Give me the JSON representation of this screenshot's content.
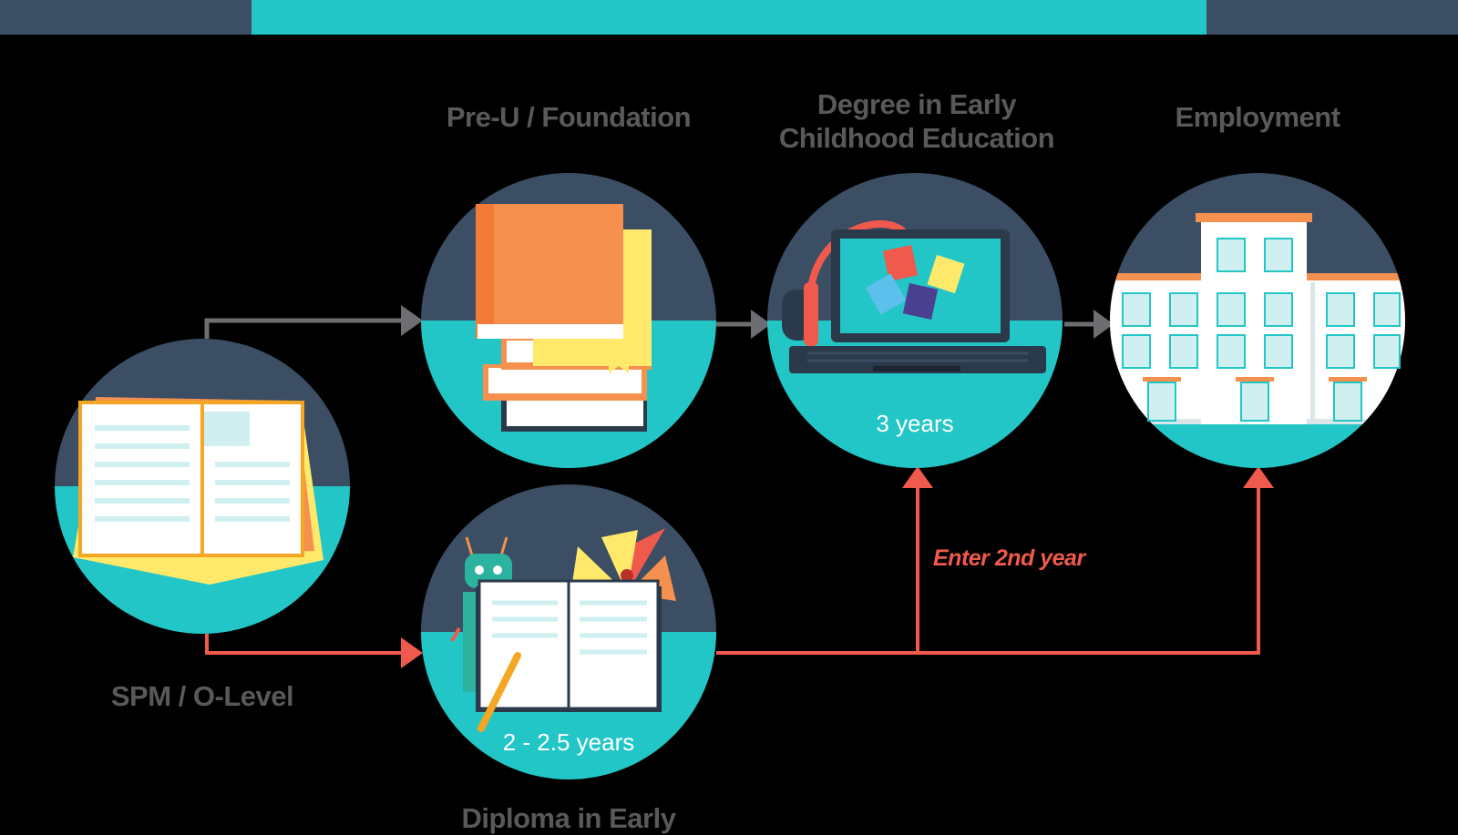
{
  "stages": {
    "spm": {
      "label": "SPM / O-Level"
    },
    "preu": {
      "label": "Pre-U / Foundation"
    },
    "degree": {
      "label": "Degree in Early Childhood Education",
      "duration": "3 years"
    },
    "employment": {
      "label": "Employment"
    },
    "diploma": {
      "label": "Diploma in Early",
      "duration": "2 - 2.5 years"
    }
  },
  "notes": {
    "enter_second_year": "Enter 2nd year"
  },
  "icons": {
    "spm": "open-books-icon",
    "preu": "book-stack-icon",
    "degree": "laptop-puzzle-icon",
    "employment": "office-building-icon",
    "diploma": "robot-notebook-icon"
  },
  "colors": {
    "background": "#000000",
    "circle_top": "#3b4e63",
    "circle_bottom": "#23c6c6",
    "grey_arrow": "#6d6e71",
    "red_arrow": "#ef5a4c",
    "label_text": "#58595b"
  }
}
